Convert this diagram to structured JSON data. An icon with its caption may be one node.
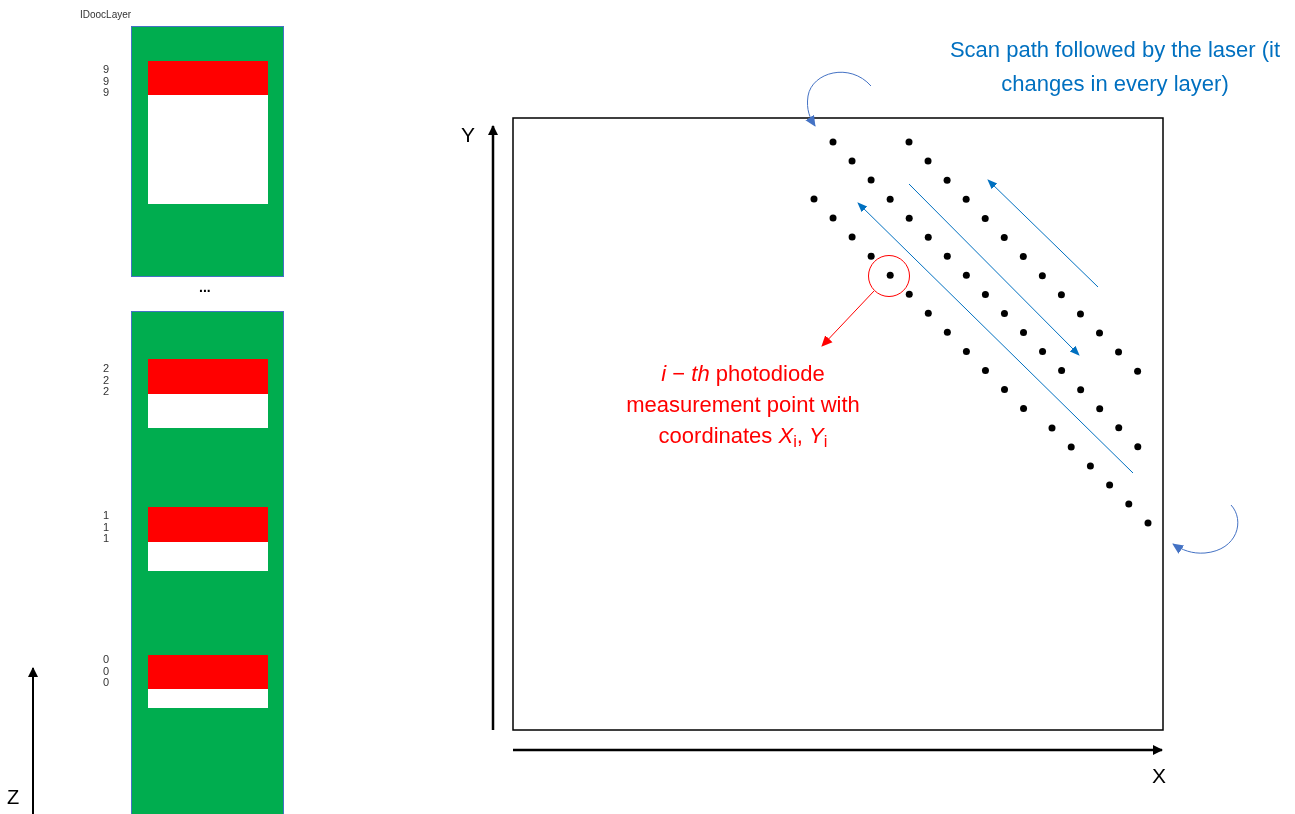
{
  "diagram": {
    "nodes": [
      {
        "text": [],
        "shape": "circle"
      },
      {
        "text": [
          "*i* − *th* photodiode measurement point with coordinates *X*$_{i}$, *Y*$_{i}$"
        ]
      }
    ],
    "edges": [
      {
        "from": 0,
        "to": 1,
        "arrow": "to",
        "color": "#ff0000"
      }
    ],
    "labels": [
      "IDoocLayer",
      "999",
      "...",
      "222",
      "111",
      "000",
      "Z",
      "Scan path followed by the laser (it changes in every layer)",
      "Y",
      "X"
    ]
  }
}
